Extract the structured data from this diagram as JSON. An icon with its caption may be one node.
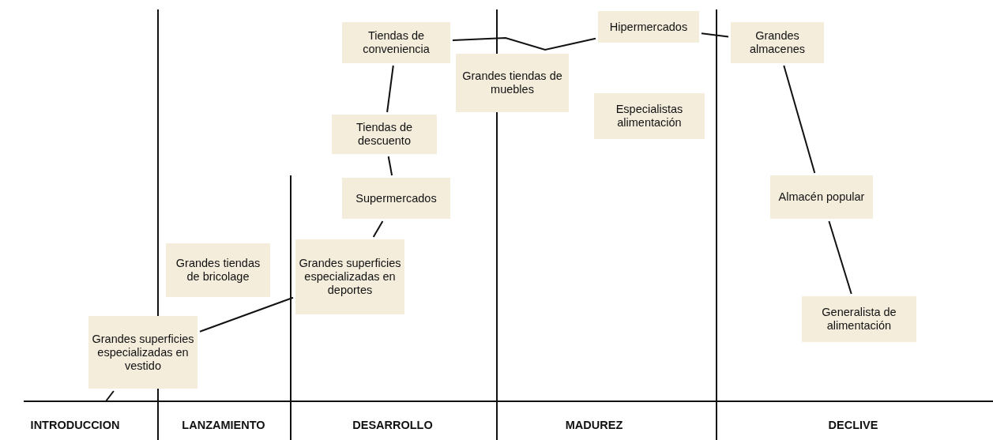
{
  "diagram": {
    "nodes": [
      {
        "text": [
          "Grandes superficies especializadas en vestido"
        ]
      },
      {
        "text": [
          "Grandes tiendas de bricolage"
        ]
      },
      {
        "text": [
          "Grandes superficies especializadas en deportes"
        ]
      },
      {
        "text": [
          "Supermercados"
        ]
      },
      {
        "text": [
          "Tiendas de descuento"
        ]
      },
      {
        "text": [
          "Tiendas de conveniencia"
        ]
      },
      {
        "text": [
          "Grandes tiendas de muebles"
        ]
      },
      {
        "text": [
          "Hipermercados"
        ]
      },
      {
        "text": [
          "Especialistas alimentación"
        ]
      },
      {
        "text": [
          "Grandes almacenes"
        ]
      },
      {
        "text": [
          "Almacén popular"
        ]
      },
      {
        "text": [
          "Generalista de alimentación"
        ]
      }
    ],
    "edges": [
      {
        "from": null,
        "to": 0,
        "arrow": "none"
      },
      {
        "from": 0,
        "to": 2,
        "arrow": "none"
      },
      {
        "from": 2,
        "to": 3,
        "arrow": "none"
      },
      {
        "from": 3,
        "to": 4,
        "arrow": "none"
      },
      {
        "from": 4,
        "to": 5,
        "arrow": "none"
      },
      {
        "from": 5,
        "to": 7,
        "arrow": "none"
      },
      {
        "from": 7,
        "to": 9,
        "arrow": "none"
      },
      {
        "from": 9,
        "to": 10,
        "arrow": "none"
      },
      {
        "from": 10,
        "to": 11,
        "arrow": "none"
      }
    ],
    "labels": [
      "INTRODUCCION",
      "LANZAMIENTO",
      "DESARROLLO",
      "MADUREZ",
      "DECLIVE"
    ]
  }
}
